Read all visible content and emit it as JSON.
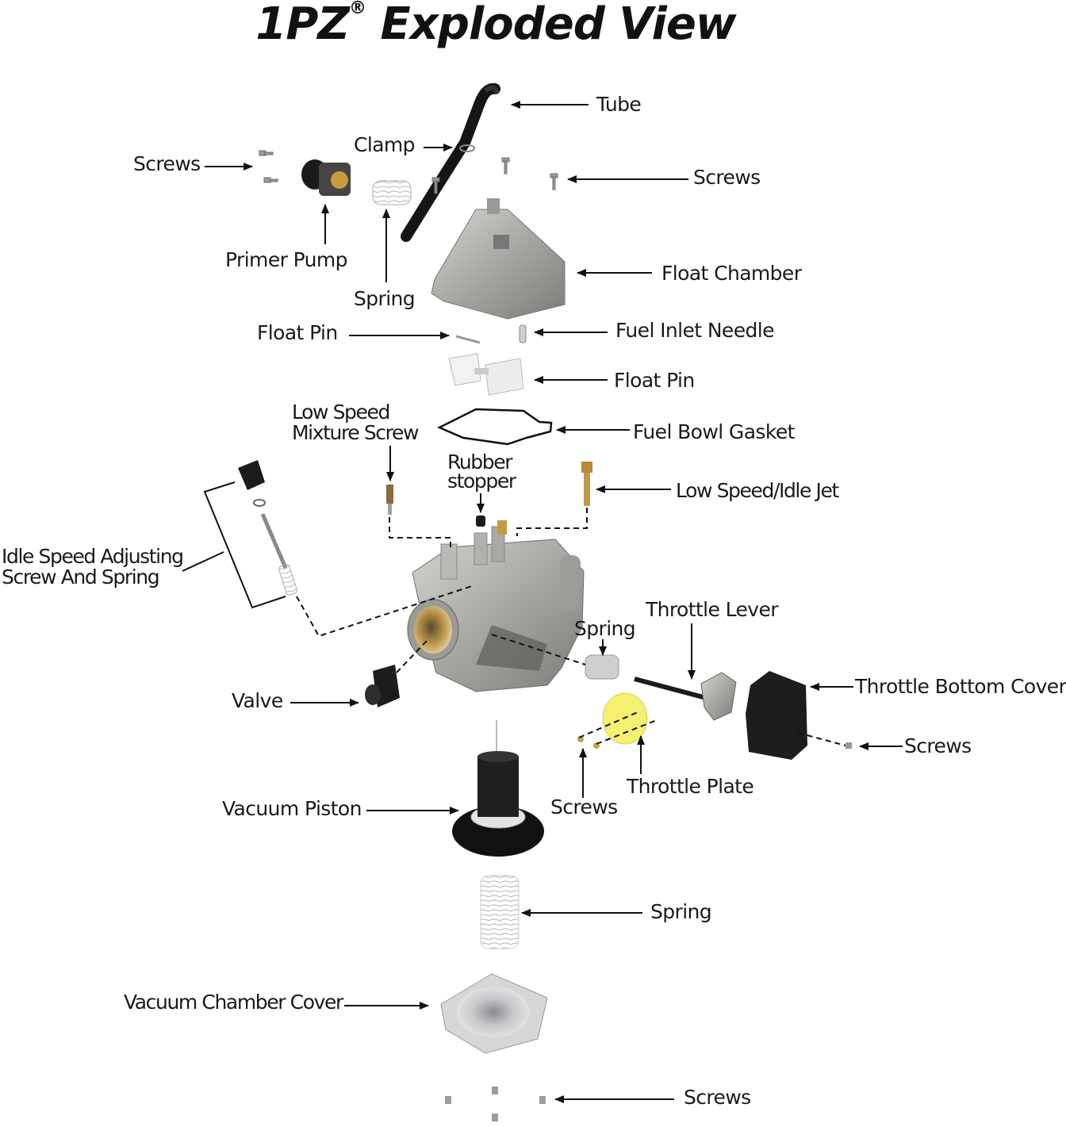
{
  "title": {
    "brand": "1PZ",
    "mark": "®",
    "text": "Exploded View"
  },
  "labels": {
    "tube": "Tube",
    "clamp": "Clamp",
    "screws_top_left": "Screws",
    "screws_top_right": "Screws",
    "primer_pump": "Primer Pump",
    "spring_top": "Spring",
    "float_chamber": "Float Chamber",
    "float_pin_left": "Float Pin",
    "fuel_inlet_needle": "Fuel Inlet Needle",
    "float_pin_right": "Float Pin",
    "low_speed_mixture_screw_1": "Low Speed",
    "low_speed_mixture_screw_2": "Mixture Screw",
    "fuel_bowl_gasket": "Fuel Bowl Gasket",
    "rubber_stopper_1": "Rubber",
    "rubber_stopper_2": "stopper",
    "low_speed_idle_jet": "Low Speed/Idle Jet",
    "idle_speed_1": "Idle Speed Adjusting",
    "idle_speed_2": "Screw And Spring",
    "throttle_lever": "Throttle Lever",
    "spring_mid": "Spring",
    "throttle_bottom_cover": "Throttle Bottom Cover",
    "valve": "Valve",
    "screws_right": "Screws",
    "throttle_plate": "Throttle Plate",
    "screws_mid": "Screws",
    "vacuum_piston": "Vacuum Piston",
    "spring_bottom": "Spring",
    "vacuum_chamber_cover": "Vacuum Chamber Cover",
    "screws_bottom": "Screws"
  },
  "colors": {
    "metal": "#a9a9a4",
    "dark": "#1b1b1b",
    "brass": "#c89a3c",
    "plate": "#f3ef6e"
  }
}
